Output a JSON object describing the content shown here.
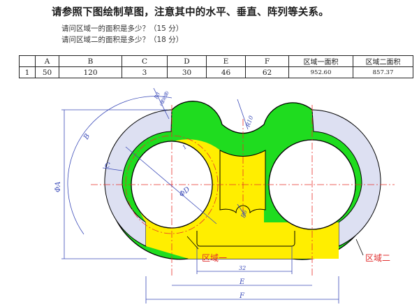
{
  "heading": "请参照下图绘制草图，注意其中的水平、垂直、阵列等关系。",
  "questions": [
    "请问区域一的面积是多少？（15 分）",
    "请问区域二的面积是多少？（18 分）"
  ],
  "table": {
    "headers": [
      "",
      "A",
      "B",
      "C",
      "D",
      "E",
      "F",
      "区域一面积",
      "区域二面积"
    ],
    "row": [
      "1",
      "50",
      "120",
      "3",
      "30",
      "46",
      "62",
      "952.60",
      "857.37"
    ]
  },
  "drawing": {
    "region_one_label": "区域一",
    "region_two_label": "区域二",
    "dim_phi_a": "ΦA",
    "dim_phi_d": "ΦD",
    "dim_b": "B",
    "dim_c": "C",
    "dim_e": "E",
    "dim_f": "F",
    "dim_32": "32",
    "dim_r10": "R10",
    "dim_r6": "R6",
    "dim_r3": "R3",
    "dim_r3_sub": "(理论值)",
    "dim_1": "1",
    "colors": {
      "green": "#1fdc1f",
      "yellow": "#ffee00",
      "lavender": "#dde0f2",
      "center_line": "#e8302a",
      "dimension": "#3a4ab8",
      "label_red": "#e03030"
    }
  }
}
